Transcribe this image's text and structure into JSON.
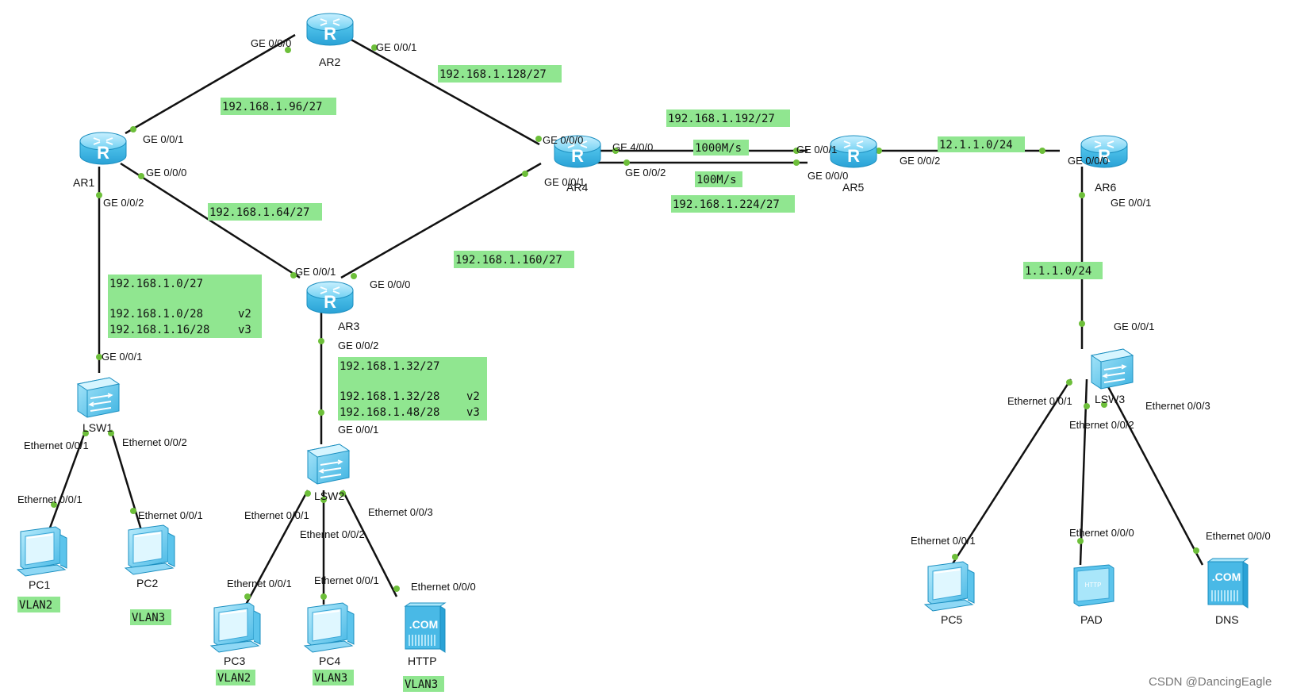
{
  "colors": {
    "link": "#111111",
    "port_dot": "#6dbf3a",
    "label_bg": "#90e690",
    "device": "#3dbbe6",
    "device_dark": "#1b8fc0",
    "device_light": "#a9e6fa"
  },
  "devices": {
    "AR1": {
      "label": "AR1",
      "icon": "router-icon"
    },
    "AR2": {
      "label": "AR2",
      "icon": "router-icon"
    },
    "AR3": {
      "label": "AR3",
      "icon": "router-icon"
    },
    "AR4": {
      "label": "AR4",
      "icon": "router-icon"
    },
    "AR5": {
      "label": "AR5",
      "icon": "router-icon"
    },
    "AR6": {
      "label": "AR6",
      "icon": "router-icon"
    },
    "LSW1": {
      "label": "LSW1",
      "icon": "switch-icon"
    },
    "LSW2": {
      "label": "LSW2",
      "icon": "switch-icon"
    },
    "LSW3": {
      "label": "LSW3",
      "icon": "switch-icon"
    },
    "PC1": {
      "label": "PC1",
      "icon": "pc-icon"
    },
    "PC2": {
      "label": "PC2",
      "icon": "pc-icon"
    },
    "PC3": {
      "label": "PC3",
      "icon": "pc-icon"
    },
    "PC4": {
      "label": "PC4",
      "icon": "pc-icon"
    },
    "PC5": {
      "label": "PC5",
      "icon": "pc-icon"
    },
    "HTTP": {
      "label": "HTTP",
      "icon": "server-com-icon",
      "badge": ".COM"
    },
    "PAD": {
      "label": "PAD",
      "icon": "tablet-icon",
      "badge": "HTTP"
    },
    "DNS": {
      "label": "DNS",
      "icon": "server-com-icon",
      "badge": ".COM"
    }
  },
  "ports": {
    "ar2_g000": "GE 0/0/0",
    "ar2_g001": "GE 0/0/1",
    "ar1_g001": "GE 0/0/1",
    "ar1_g000": "GE 0/0/0",
    "ar1_g002": "GE 0/0/2",
    "ar4_g000": "GE 0/0/0",
    "ar4_g001": "GE 0/0/1",
    "ar4_g400": "GE 4/0/0",
    "ar4_g002": "GE 0/0/2",
    "ar5_g001": "GE 0/0/1",
    "ar5_g000": "GE 0/0/0",
    "ar5_g002": "GE 0/0/2",
    "ar6_g000": "GE 0/0/0",
    "ar6_g001": "GE 0/0/1",
    "ar3_g001": "GE 0/0/1",
    "ar3_g000": "GE 0/0/0",
    "ar3_g002": "GE 0/0/2",
    "lsw1_g001": "GE 0/0/1",
    "lsw1_e1": "Ethernet 0/0/1",
    "lsw1_e2": "Ethernet 0/0/2",
    "pc1_e": "Ethernet 0/0/1",
    "pc2_e": "Ethernet 0/0/1",
    "lsw2_g001": "GE 0/0/1",
    "lsw2_e1": "Ethernet 0/0/1",
    "lsw2_e2": "Ethernet 0/0/2",
    "lsw2_e3": "Ethernet 0/0/3",
    "pc3_e": "Ethernet 0/0/1",
    "pc4_e": "Ethernet 0/0/1",
    "http_e": "Ethernet 0/0/0",
    "lsw3_g001": "GE 0/0/1",
    "lsw3_e1": "Ethernet 0/0/1",
    "lsw3_e2": "Ethernet 0/0/2",
    "lsw3_e3": "Ethernet 0/0/3",
    "pc5_e": "Ethernet 0/0/1",
    "pad_e": "Ethernet 0/0/0",
    "dns_e": "Ethernet 0/0/0"
  },
  "networks": {
    "n96": "192.168.1.96/27",
    "n128": "192.168.1.128/27",
    "n64": "192.168.1.64/27",
    "n160": "192.168.1.160/27",
    "n192": "192.168.1.192/27",
    "n224": "192.168.1.224/27",
    "n12": "12.1.1.0/24",
    "n1111": "1.1.1.0/24",
    "speed1000": "1000M/s",
    "speed100": "100M/s",
    "lan1": {
      "l1": "192.168.1.0/27",
      "l2": "192.168.1.0/28",
      "l2v": "v2",
      "l3": "192.168.1.16/28",
      "l3v": "v3"
    },
    "lan2": {
      "l1": "192.168.1.32/27",
      "l2": "192.168.1.32/28",
      "l2v": "v2",
      "l3": "192.168.1.48/28",
      "l3v": "v3"
    }
  },
  "vlans": {
    "pc1": "VLAN2",
    "pc2": "VLAN3",
    "pc3": "VLAN2",
    "pc4": "VLAN3",
    "http": "VLAN3"
  },
  "watermark": "CSDN @DancingEagle"
}
